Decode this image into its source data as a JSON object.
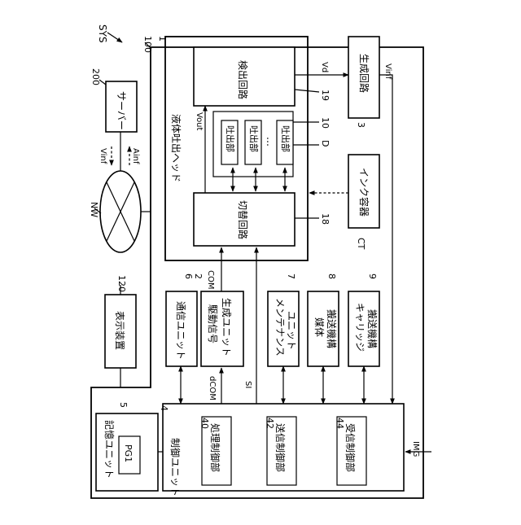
{
  "labels": {
    "sys": "SYS",
    "ref_100": "100",
    "ref_1": "1",
    "ref_200": "200",
    "server": "サーバー",
    "vinf_left": "Vinf",
    "ainf": "Ainf",
    "nw": "NW",
    "ref_120": "120",
    "display": "表示装置",
    "head": "液体吐出ヘッド",
    "vout": "Vout",
    "detect": "検出回路",
    "ref_19": "19",
    "vd": "Vd",
    "ejector": "吐出部",
    "dots": "…",
    "ref_10": "10",
    "ref_D": "D",
    "switch": "切替回路",
    "ref_18": "18",
    "gen": "生成回路",
    "ref_3": "3",
    "vinf_right": "Vinf",
    "ink": "インク容器",
    "ct": "CT",
    "ref_6": "6",
    "comm": "通信ユニット",
    "ref_2": "2",
    "com": "COM",
    "drive_1": "駆動信号",
    "drive_2": "生成ユニット",
    "ref_7": "7",
    "maint_1": "メンテナンス",
    "maint_2": "ユニット",
    "ref_8": "8",
    "media_1": "媒体",
    "media_2": "搬送機構",
    "ref_9": "9",
    "carriage_1": "キャリッジ",
    "carriage_2": "搬送機構",
    "dcom": "dCOM",
    "si": "SI",
    "ref_5": "5",
    "storage": "記憶ユニット",
    "pg1": "PG1",
    "ref_4": "4",
    "control": "制御ユニット",
    "ref_40": "40",
    "proc": "処理制御部",
    "ref_42": "42",
    "tx": "送信制御部",
    "ref_44": "44",
    "rx": "受信制御部",
    "img": "IMG"
  }
}
